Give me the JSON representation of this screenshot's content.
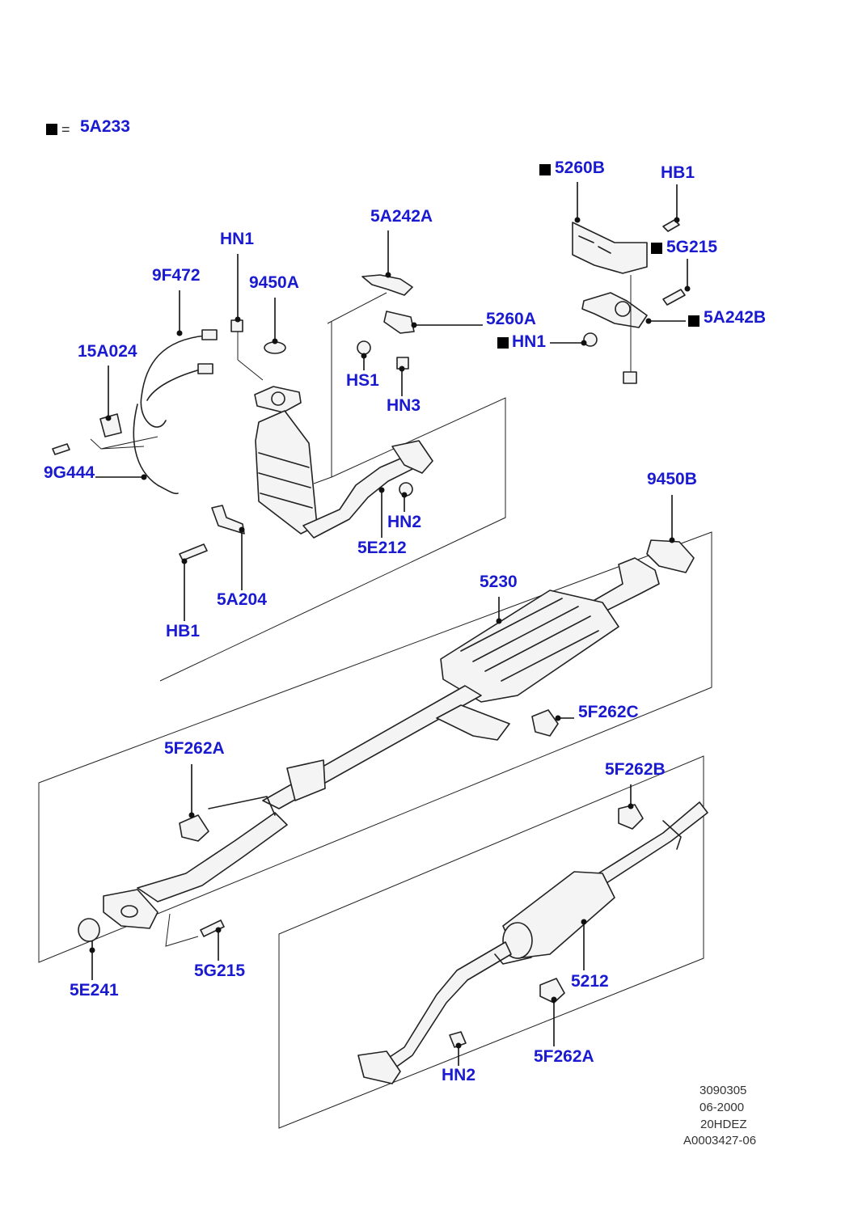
{
  "legend": {
    "symbol": "black-square",
    "equals": "=",
    "code": "5A233"
  },
  "callouts": {
    "c_5A233": "5A233",
    "c_5260B": "5260B",
    "c_HB1_top": "HB1",
    "c_5G215_top": "5G215",
    "c_5A242B": "5A242B",
    "c_HN1_right": "HN1",
    "c_5A242A": "5A242A",
    "c_5260A": "5260A",
    "c_HN1_center": "HN1",
    "c_9450A": "9450A",
    "c_9F472": "9F472",
    "c_15A024": "15A024",
    "c_9G444": "9G444",
    "c_HS1": "HS1",
    "c_HN3": "HN3",
    "c_HN2_upper": "HN2",
    "c_5E212": "5E212",
    "c_5A204": "5A204",
    "c_HB1_left": "HB1",
    "c_9450B": "9450B",
    "c_5230": "5230",
    "c_5F262C": "5F262C",
    "c_5F262A_mid": "5F262A",
    "c_5F262B": "5F262B",
    "c_5E241": "5E241",
    "c_5G215_low": "5G215",
    "c_5212": "5212",
    "c_5F262A_low": "5F262A",
    "c_HN2_low": "HN2"
  },
  "footer": {
    "line1": "3090305",
    "line2": "06-2000",
    "line3": "20HDEZ",
    "line4": "A0003427-06"
  }
}
